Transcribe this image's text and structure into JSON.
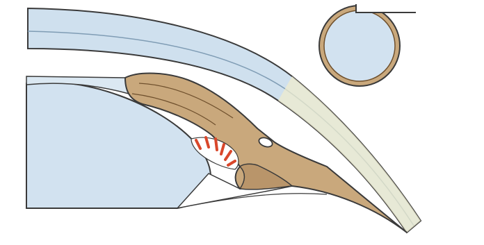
{
  "diagram": {
    "text_labels": [],
    "colors": {
      "background": "#ffffff",
      "cornea_fill": "#cfe0ee",
      "cornea_edge": "#7f9cb4",
      "lens_fill": "#d2e2f0",
      "iris_fill": "#c9a87c",
      "iris_edge": "#6e4f2c",
      "sclera_tint": "#efeccd",
      "meshwork_stripes": "#d9472b",
      "gap_fill": "#ffffff",
      "outline": "#3a3a3a"
    },
    "components": [
      {
        "id": "cornea",
        "icon": "curved-band-shape"
      },
      {
        "id": "lens",
        "icon": "dome-shape"
      },
      {
        "id": "iris",
        "icon": "wedge-shape"
      },
      {
        "id": "ciliary-body",
        "icon": "lobed-shape"
      },
      {
        "id": "trabecular-meshwork",
        "icon": "striped-arc-shape"
      },
      {
        "id": "schlemm-canal",
        "icon": "oval-shape"
      },
      {
        "id": "inset-ring",
        "icon": "ring-shape"
      }
    ]
  }
}
